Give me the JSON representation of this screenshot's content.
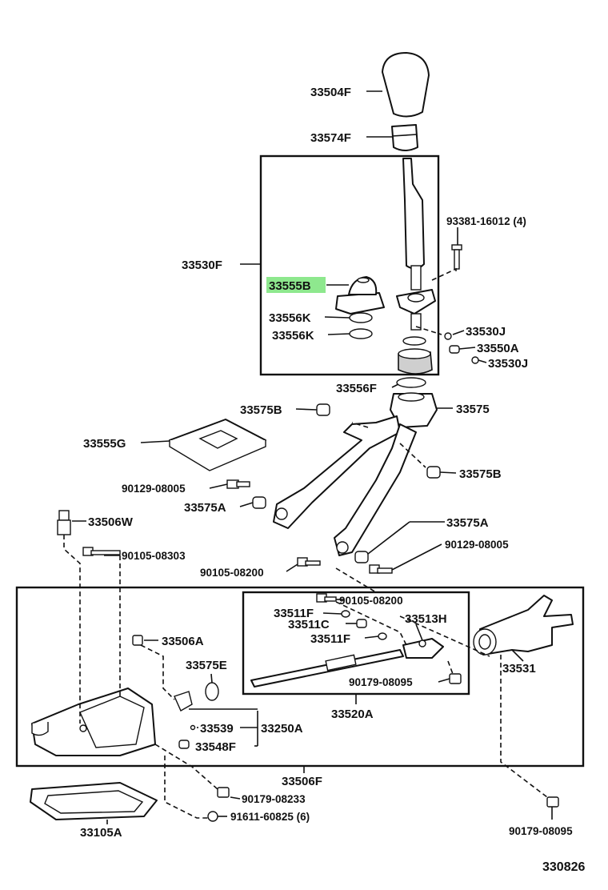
{
  "diagram_ref": "330826",
  "highlighted_part": "33555B",
  "labels": {
    "p33504F": "33504F",
    "p33574F": "33574F",
    "p93381": "93381-16012 (4)",
    "p33530F": "33530F",
    "p33555B": "33555B",
    "p33556K_a": "33556K",
    "p33556K_b": "33556K",
    "p33530J_a": "33530J",
    "p33550A": "33550A",
    "p33530J_b": "33530J",
    "p33556F": "33556F",
    "p33575B_a": "33575B",
    "p33575": "33575",
    "p33555G": "33555G",
    "p33575B_b": "33575B",
    "p90129_a": "90129-08005",
    "p33575A_a": "33575A",
    "p33506W": "33506W",
    "p33575A_b": "33575A",
    "p90105_08303": "90105-08303",
    "p90129_b": "90129-08005",
    "p90105_08200_a": "90105-08200",
    "p90105_08200_b": "90105-08200",
    "p33511F_a": "33511F",
    "p33513H": "33513H",
    "p33511C": "33511C",
    "p33511F_b": "33511F",
    "p33506A": "33506A",
    "p33575E": "33575E",
    "p33531": "33531",
    "p90179_08095_a": "90179-08095",
    "p33520A": "33520A",
    "p33539": "33539",
    "p33250A": "33250A",
    "p33548F": "33548F",
    "p33506F": "33506F",
    "p90179_08233": "90179-08233",
    "p91611": "91611-60825 (6)",
    "p33105A": "33105A",
    "p90179_08095_b": "90179-08095"
  }
}
